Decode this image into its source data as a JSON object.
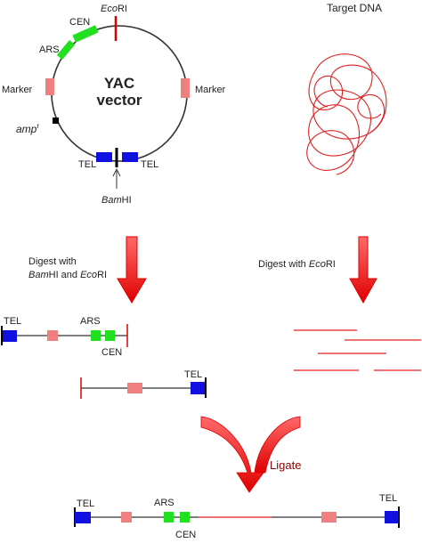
{
  "colors": {
    "telomere": "#1010e0",
    "marker": "#f08080",
    "cen_ars": "#20e020",
    "restriction_red": "#dd0000",
    "target_dna": "#e02020",
    "amp": "#000000",
    "arrow_red": "#ee1010",
    "ligate_text": "#880000",
    "backbone": "#333333"
  },
  "vector": {
    "title_line1": "YAC",
    "title_line2": "vector",
    "ecori_label_italic": "Eco",
    "ecori_label_plain": "RI",
    "cen_label": "CEN",
    "ars_label": "ARS",
    "marker_left_label": "Marker",
    "marker_right_label": "Marker",
    "amp_label_italic": "amp",
    "amp_label_sup": "r",
    "tel_left_label": "TEL",
    "tel_right_label": "TEL",
    "bamhi_label_italic": "Bam",
    "bamhi_label_plain": "HI"
  },
  "target": {
    "title": "Target DNA"
  },
  "steps": {
    "digest_left_line1": "Digest with",
    "digest_left_line2_italic1": "Bam",
    "digest_left_line2_plain1": "HI and ",
    "digest_left_line2_italic2": "Eco",
    "digest_left_line2_plain2": "RI",
    "digest_right_plain": "Digest with ",
    "digest_right_italic": "Eco",
    "digest_right_plain2": "RI",
    "ligate": "Ligate"
  },
  "fragment_left": {
    "tel_label": "TEL",
    "ars_label": "ARS",
    "cen_label": "CEN"
  },
  "fragment_right": {
    "tel_label": "TEL"
  },
  "product": {
    "tel_left_label": "TEL",
    "ars_label": "ARS",
    "cen_label": "CEN",
    "tel_right_label": "TEL"
  }
}
